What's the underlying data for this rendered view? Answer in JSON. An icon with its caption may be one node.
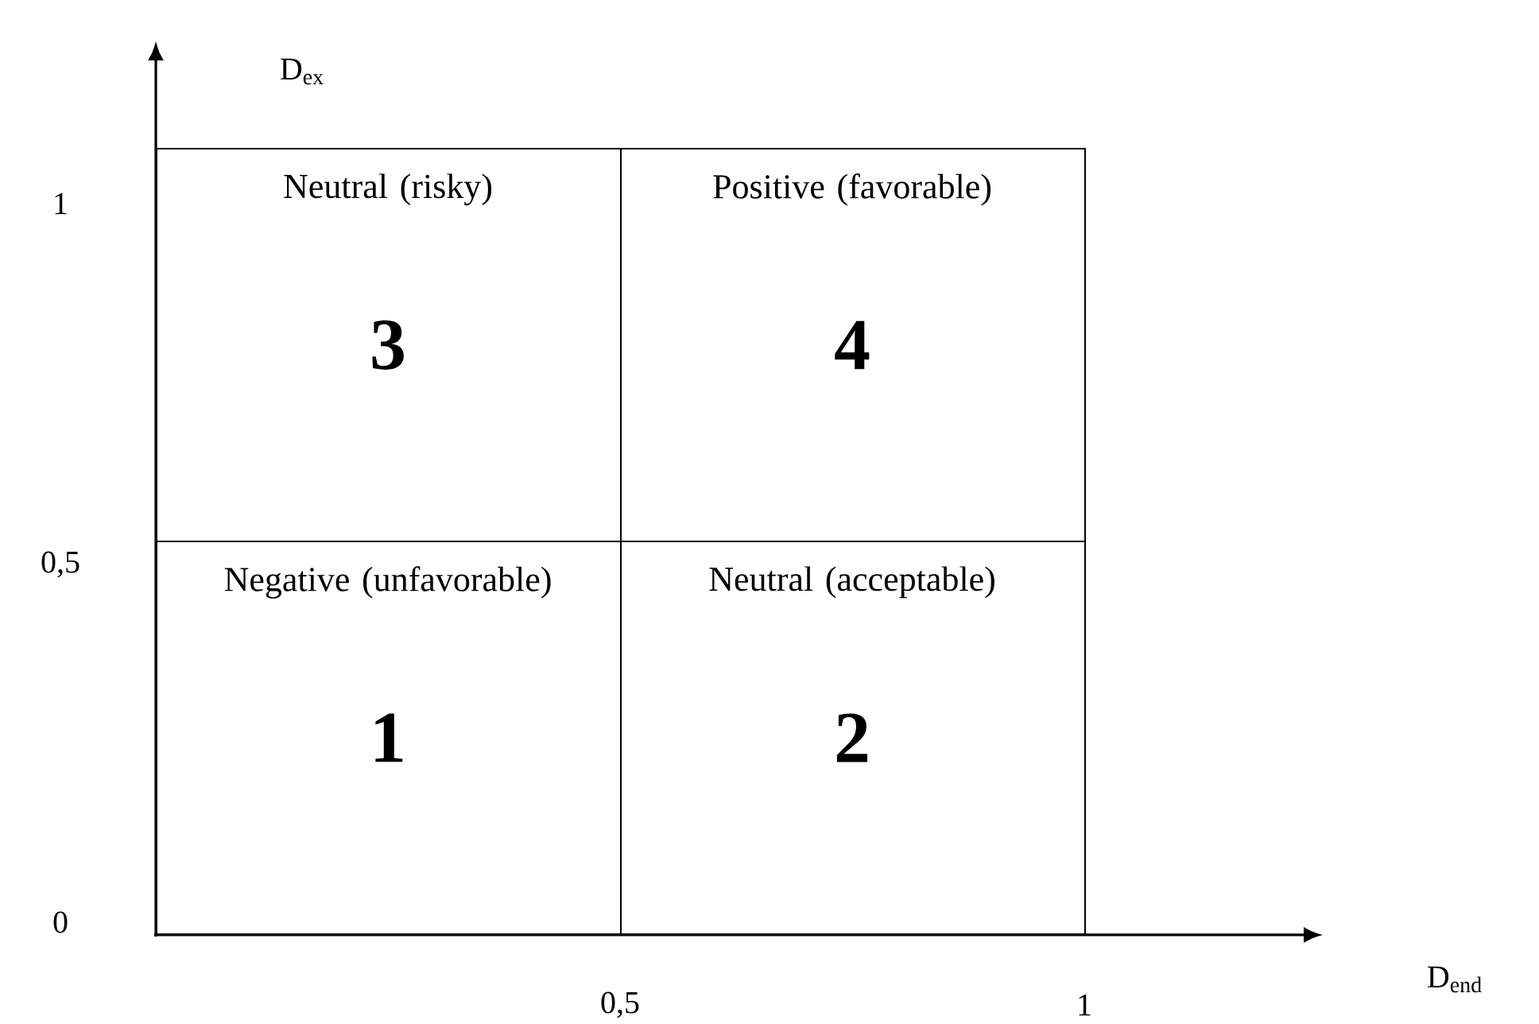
{
  "diagram": {
    "nodes": [
      {
        "text": [
          "Neutral (risky)",
          "3"
        ]
      },
      {
        "text": [
          "Positive (favorable)",
          "4"
        ]
      },
      {
        "text": [
          "Negative (unfavorable)",
          "1"
        ]
      },
      {
        "text": [
          "Neutral (acceptable)",
          "2"
        ]
      }
    ],
    "edges": [],
    "labels": [
      "D$_{ex}$",
      "D$_{end}$",
      "1",
      "0,5",
      "0",
      "0,5",
      "1"
    ]
  }
}
